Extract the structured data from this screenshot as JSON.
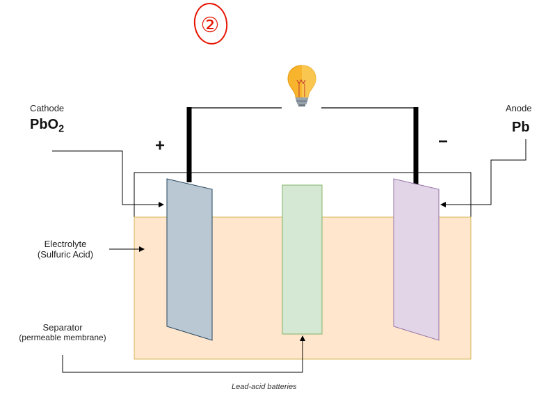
{
  "annotation": "②",
  "cathode": {
    "label": "Cathode",
    "formula": "PbO",
    "formula_sub": "2",
    "sign": "+"
  },
  "anode": {
    "label": "Anode",
    "formula": "Pb",
    "sign": "−"
  },
  "electrolyte": {
    "line1": "Electrolyte",
    "line2": "(Sulfuric Acid)"
  },
  "separator": {
    "line1": "Separator",
    "line2": "(permeable membrane)"
  },
  "caption": "Lead-acid batteries",
  "icons": {
    "bulb": "lightbulb-icon"
  },
  "colors": {
    "electrolyte_fill": "#ffe6cc",
    "electrolyte_stroke": "#d6b656",
    "cathode_plate": "#bac8d3",
    "separator_plate": "#d5e8d4",
    "anode_plate": "#e1d5e7",
    "annotation": "#e51400"
  }
}
